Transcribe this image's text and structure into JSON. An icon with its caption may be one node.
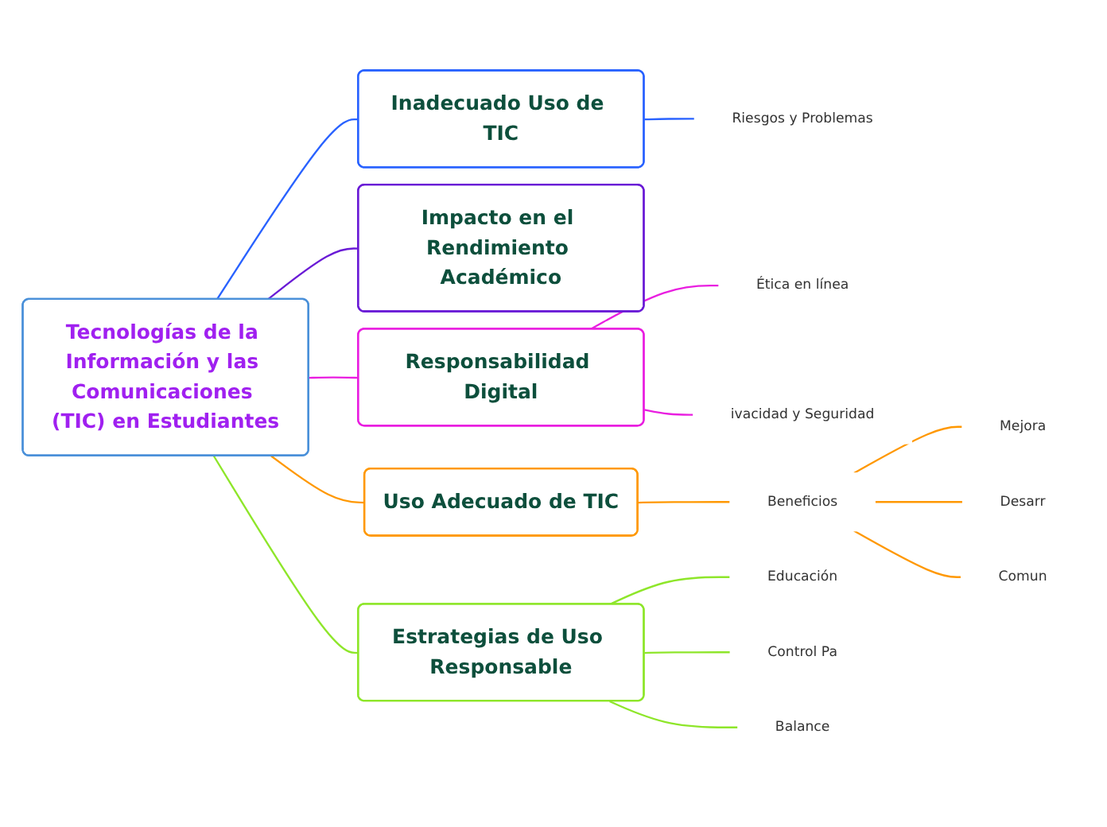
{
  "diagram": {
    "nodes": [
      {
        "text": [
          "Tecnologías de la Información y las Comunicaciones (TIC) en Estudiantes"
        ]
      },
      {
        "text": [
          "Inadecuado Uso de TIC"
        ]
      },
      {
        "text": [
          "Riesgos y Problemas"
        ]
      },
      {
        "text": [
          "Impacto en el Rendimiento Académico"
        ]
      },
      {
        "text": [
          "Responsabilidad Digital"
        ]
      },
      {
        "text": [
          "Ética en línea"
        ]
      },
      {
        "text": [
          "ivacidad y Seguridad"
        ]
      },
      {
        "text": [
          "Uso Adecuado de TIC"
        ]
      },
      {
        "text": [
          "Beneficios"
        ]
      },
      {
        "text": [
          "Mejora"
        ]
      },
      {
        "text": [
          "Desarr"
        ]
      },
      {
        "text": [
          "Comun"
        ]
      },
      {
        "text": [
          "Estrategias de Uso Responsable"
        ]
      },
      {
        "text": [
          "Educación"
        ]
      },
      {
        "text": [
          "Control Pa"
        ]
      },
      {
        "text": [
          "Balance"
        ]
      }
    ],
    "edges": [
      {
        "from": 0,
        "to": 1,
        "arrow": "none",
        "color": "#2962ff"
      },
      {
        "from": 1,
        "to": 2,
        "arrow": "none",
        "color": "#2962ff"
      },
      {
        "from": 0,
        "to": 3,
        "arrow": "none",
        "color": "#6a1bd6"
      },
      {
        "from": 0,
        "to": 4,
        "arrow": "none",
        "color": "#e91ee0"
      },
      {
        "from": 4,
        "to": 5,
        "arrow": "none",
        "color": "#e91ee0"
      },
      {
        "from": 4,
        "to": 6,
        "arrow": "none",
        "color": "#e91ee0"
      },
      {
        "from": 0,
        "to": 7,
        "arrow": "none",
        "color": "#ff9800"
      },
      {
        "from": 7,
        "to": 8,
        "arrow": "none",
        "color": "#ff9800"
      },
      {
        "from": 8,
        "to": 9,
        "arrow": "none",
        "color": "#ff9800"
      },
      {
        "from": 8,
        "to": 10,
        "arrow": "none",
        "color": "#ff9800"
      },
      {
        "from": 8,
        "to": 11,
        "arrow": "none",
        "color": "#ff9800"
      },
      {
        "from": 0,
        "to": 12,
        "arrow": "none",
        "color": "#8ee62a"
      },
      {
        "from": 12,
        "to": 13,
        "arrow": "none",
        "color": "#8ee62a"
      },
      {
        "from": 12,
        "to": 14,
        "arrow": "none",
        "color": "#8ee62a"
      },
      {
        "from": 12,
        "to": 15,
        "arrow": "none",
        "color": "#8ee62a"
      }
    ]
  }
}
